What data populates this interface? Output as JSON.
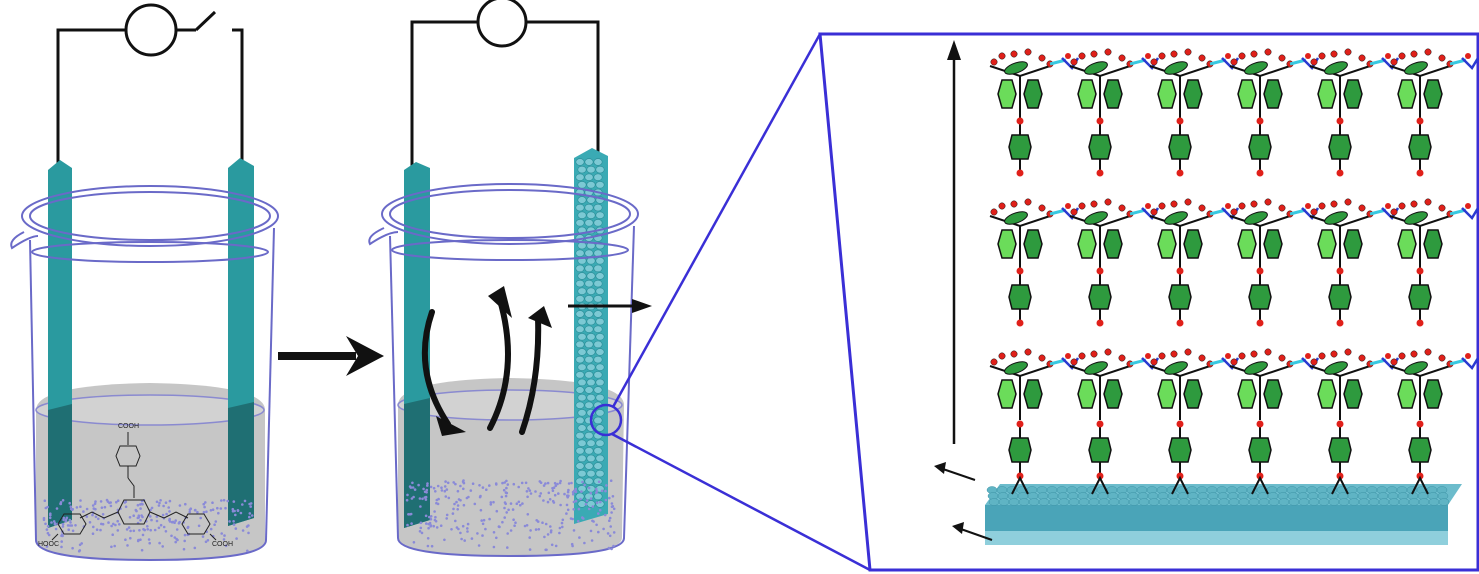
{
  "molecule_labels": {
    "top": "COOH",
    "left": "HOOC",
    "right": "COOH"
  },
  "colors": {
    "electrode": "#2a9a9f",
    "electrode_dark": "#1f6f73",
    "beaker_outline": "#6a6ac8",
    "solution": "#c6c6c6",
    "frame": "#3a2fd6",
    "linker_green": "#2e9a3e",
    "linker_light_green": "#6bdc5a",
    "oxygen_red": "#e0201a",
    "metal_cyan": "#38c8e0",
    "nitrogen_blue": "#2a3ad0",
    "substrate": "#5ab0c2"
  },
  "icons": [
    "meter-circle-icon",
    "switch-icon",
    "arrow-icon",
    "curved-arrow-icon"
  ]
}
